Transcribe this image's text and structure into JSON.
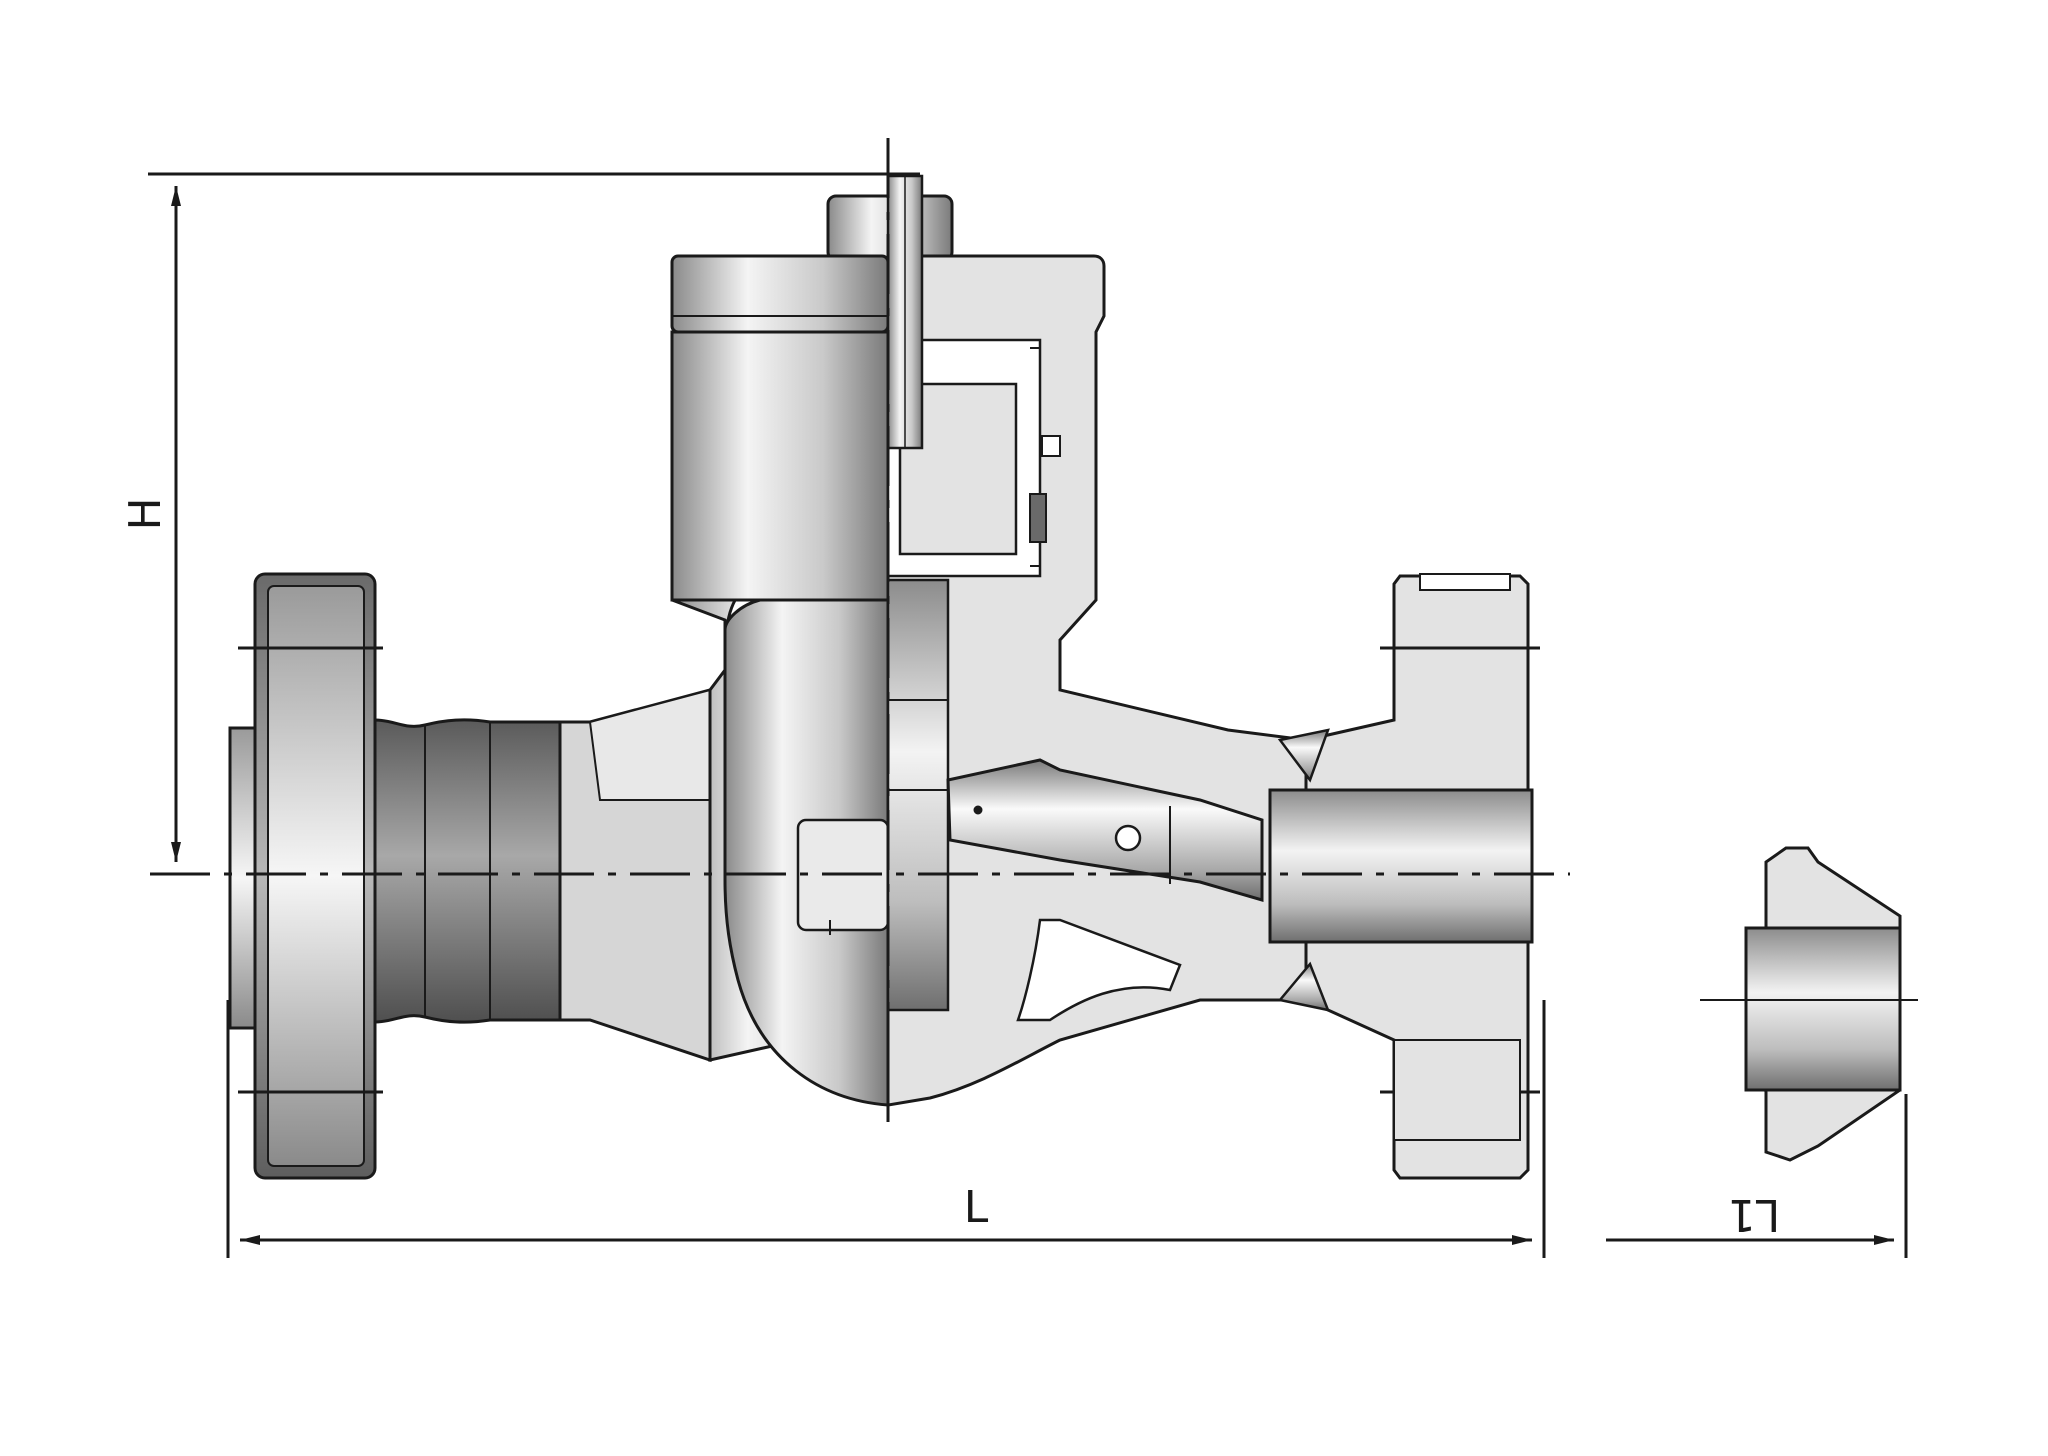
{
  "dimensions": {
    "height_label": "H",
    "length_label": "L",
    "weld_end_length_label": "L1"
  },
  "colors": {
    "outline": "#1a1a1a",
    "section_fill": "#e3e3e3",
    "background": "#ffffff",
    "metal_dark": "#6e6e6e",
    "metal_light": "#f2f2f2"
  }
}
